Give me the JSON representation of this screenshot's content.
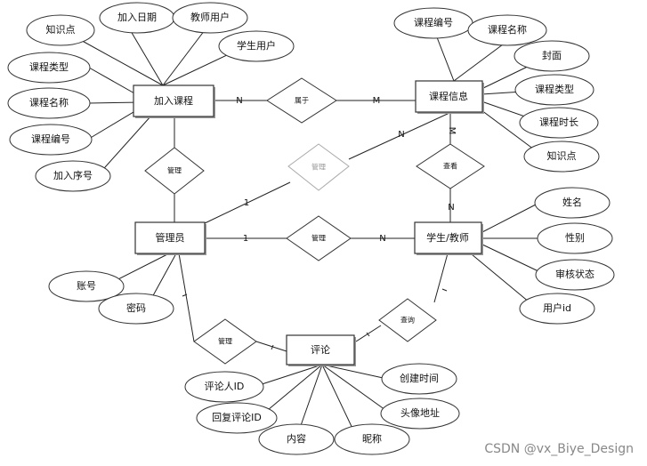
{
  "entities": {
    "add_course": "加入课程",
    "course_info": "课程信息",
    "admin": "管理员",
    "student_teacher": "学生/教师",
    "comment": "评论"
  },
  "attributes": {
    "add_course": [
      "知识点",
      "加入日期",
      "教师用户",
      "学生用户",
      "课程类型",
      "课程名称",
      "课程编号",
      "加入序号"
    ],
    "course_info": [
      "课程编号",
      "课程名称",
      "封面",
      "课程类型",
      "课程时长",
      "知识点"
    ],
    "student_teacher": [
      "姓名",
      "性别",
      "审核状态",
      "用户id"
    ],
    "admin": [
      "账号",
      "密码"
    ],
    "comment": [
      "评论人ID",
      "创建时间",
      "回复评论ID",
      "头像地址",
      "内容",
      "昵称"
    ]
  },
  "relationships": {
    "belongs_to": "属于",
    "manage_add": "管理",
    "manage_course": "管理",
    "view": "查看",
    "manage_user": "管理",
    "manage_comment": "管理",
    "query": "查询"
  },
  "cardinalities": {
    "add_belongs": "N",
    "course_belongs": "M",
    "admin_course": "1",
    "course_admin": "N",
    "course_view": "M",
    "user_view": "N",
    "admin_user": "1",
    "user_admin": "N"
  },
  "watermark": "CSDN @vx_Biye_Design"
}
